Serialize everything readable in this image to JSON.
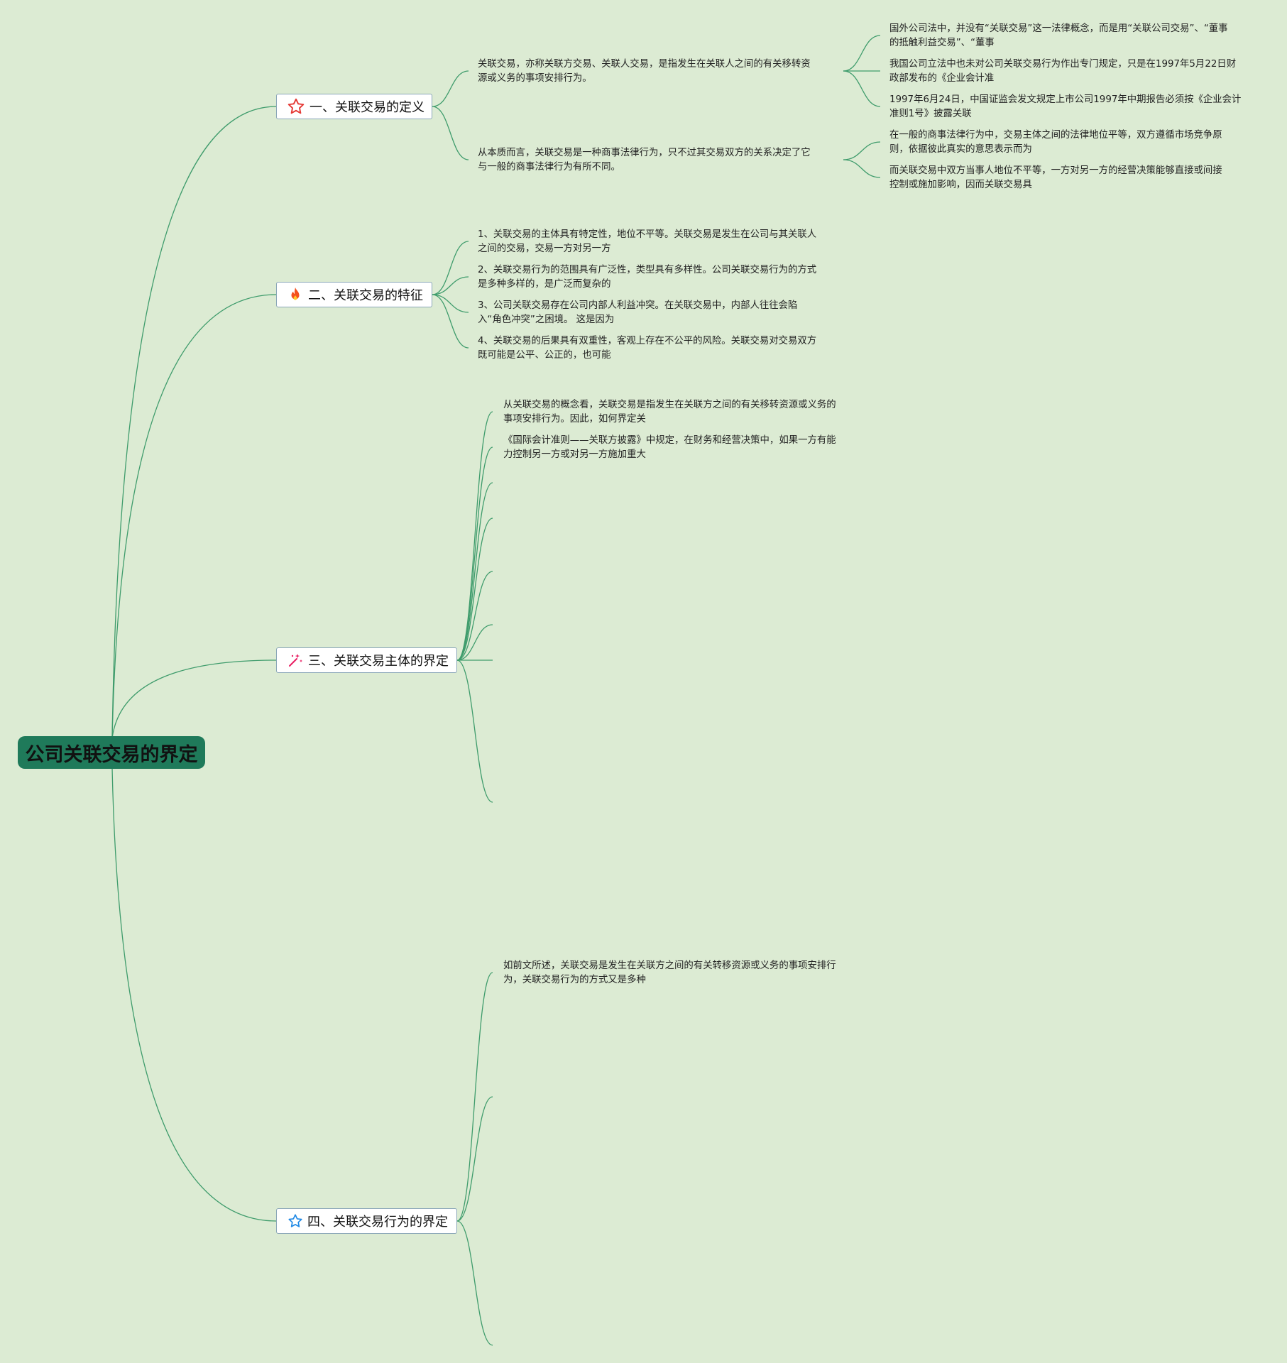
{
  "root": {
    "title": "公司关联交易的界定"
  },
  "branches": [
    {
      "label": "一、关联交易的定义",
      "icon": "star-outline-icon",
      "children": [
        {
          "text": "关联交易，亦称关联方交易、关联人交易，是指发生在关联人之间的有关移转资\n源或义务的事项安排行为。",
          "children": [
            {
              "text": "国外公司法中，并没有“关联交易”这一法律概念，而是用“关联公司交易”、“董事\n的抵触利益交易”、“董事"
            },
            {
              "text": "我国公司立法中也未对公司关联交易行为作出专门规定，只是在1997年5月22日财\n政部发布的《企业会计准"
            },
            {
              "text": "1997年6月24日，中国证监会发文规定上市公司1997年中期报告必须按《企业会计\n准则1号》披露关联"
            }
          ]
        },
        {
          "text": "从本质而言，关联交易是一种商事法律行为，只不过其交易双方的关系决定了它\n与一般的商事法律行为有所不同。",
          "children": [
            {
              "text": "在一般的商事法律行为中，交易主体之间的法律地位平等，双方遵循市场竞争原\n则，依据彼此真实的意思表示而为"
            },
            {
              "text": "而关联交易中双方当事人地位不平等，一方对另一方的经营决策能够直接或间接\n控制或施加影响，因而关联交易具"
            }
          ]
        }
      ]
    },
    {
      "label": "二、关联交易的特征",
      "icon": "fire-icon",
      "children": [
        {
          "text": "1、关联交易的主体具有特定性，地位不平等。关联交易是发生在公司与其关联人\n之间的交易，交易一方对另一方"
        },
        {
          "text": "2、关联交易行为的范围具有广泛性，类型具有多样性。公司关联交易行为的方式\n是多种多样的，是广泛而复杂的"
        },
        {
          "text": "3、公司关联交易存在公司内部人利益冲突。在关联交易中，内部人往往会陷\n入“角色冲突”之困境。 这是因为"
        },
        {
          "text": "4、关联交易的后果具有双重性，客观上存在不公平的风险。关联交易对交易双方\n既可能是公平、公正的，也可能"
        }
      ]
    },
    {
      "label": "三、关联交易主体的界定",
      "icon": "sparkle-icon",
      "children": [
        {
          "text": "从关联交易的概念看，关联交易是指发生在关联方之间的有关移转资源或义务的\n事项安排行为。因此，如何界定关"
        },
        {
          "text": "《国际会计准则——关联方披露》中规定，在财务和经营决策中，如果一方有能\n力控制另一方或对另一方施加重大"
        },
        {
          "text": ""
        },
        {
          "text": ""
        },
        {
          "text": ""
        },
        {
          "text": ""
        },
        {
          "text": ""
        },
        {
          "text": ""
        }
      ]
    },
    {
      "label": "四、关联交易行为的界定",
      "icon": "star-outline-blue-icon",
      "children": [
        {
          "text": "如前文所述，关联交易是发生在关联方之间的有关转移资源或义务的事项安排行\n为，关联交易行为的方式又是多种"
        },
        {
          "text": ""
        },
        {
          "text": ""
        }
      ]
    }
  ],
  "colors": {
    "background": "#dcebd3",
    "root_fill": "#1f7a5a",
    "connector": "#3f9c6c",
    "branch_border": "#8aa6b8",
    "star_red": "#e53935",
    "fire": "#f4511e",
    "sparkle": "#e91e63",
    "star_blue": "#1e88e5"
  }
}
